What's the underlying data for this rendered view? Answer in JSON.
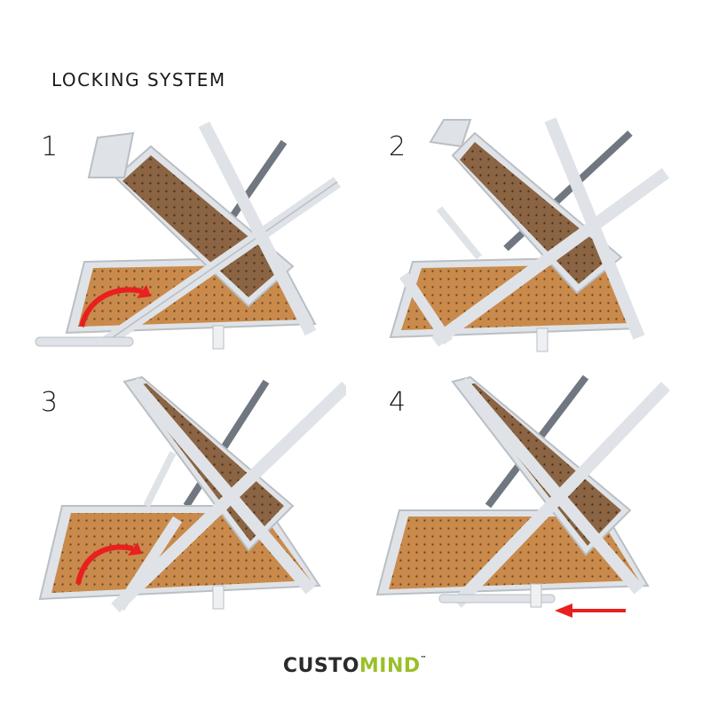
{
  "title": "LOCKING SYSTEM",
  "steps": [
    {
      "number": "1"
    },
    {
      "number": "2"
    },
    {
      "number": "3"
    },
    {
      "number": "4"
    }
  ],
  "logo": {
    "part1": "CUSTO",
    "part2": "MIND",
    "tm": "™"
  },
  "colors": {
    "frame": "#dfe3e7",
    "frame_edge": "#b9bfc5",
    "wood": "#c98a4b",
    "wood_dark": "#6e4a2a",
    "rod": "#707780",
    "arrow": "#e8201e",
    "logo_dark": "#2b2b2b",
    "logo_green": "#9bbf2a"
  },
  "icons": [
    "curved-arrow-icon",
    "left-arrow-icon"
  ]
}
